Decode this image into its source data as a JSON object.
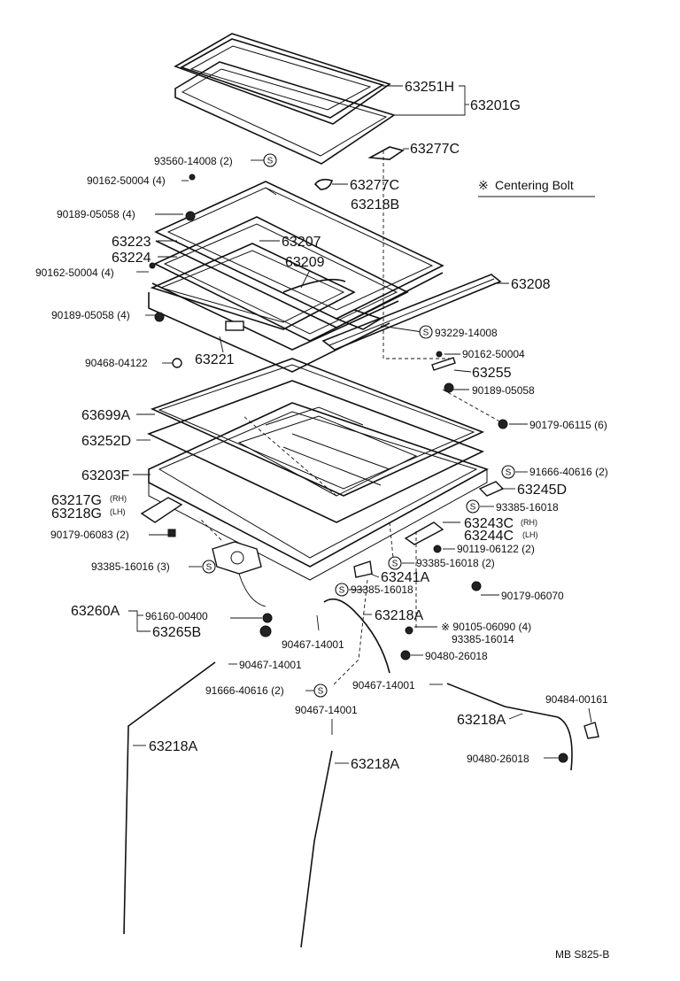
{
  "legend": {
    "symbol": "※",
    "text": "Centering Bolt"
  },
  "footer": "MB  S825-B",
  "s_mark": "S",
  "bracket_labels": {
    "h1": "63201G",
    "h2": "63260A"
  },
  "labels": [
    "63251H",
    "63277C",
    "93560-14008 (2)",
    "90162-50004 (4)",
    "63277C",
    "63218B",
    "90189-05058 (4)",
    "63223",
    "63207",
    "63224",
    "63209",
    "90162-50004 (4)",
    "63208",
    "90189-05058 (4)",
    "93229-14008",
    "63221",
    "90162-50004",
    "90468-04122",
    "63255",
    "90189-05058",
    "63699A",
    "90179-06115 (6)",
    "63252D",
    "91666-40616 (2)",
    "63203F",
    "63245D",
    "63217G",
    "(RH)",
    "63218G",
    "(LH)",
    "93385-16018",
    "90179-06083 (2)",
    "63243C",
    "(RH)",
    "63244C",
    "(LH)",
    "90119-06122 (2)",
    "93385-16016 (3)",
    "93385-16018 (2)",
    "63241A",
    "96160-00400",
    "93385-16018",
    "90179-06070",
    "63265B",
    "63218A",
    "※ 90105-06090 (4)",
    "93385-16014",
    "90467-14001",
    "90480-26018",
    "90467-14001",
    "91666-40616 (2)",
    "90467-14001",
    "90484-00161",
    "90467-14001",
    "63218A",
    "63218A",
    "90480-26018",
    "63218A"
  ]
}
